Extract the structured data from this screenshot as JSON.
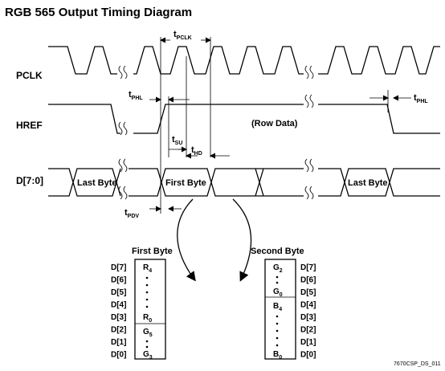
{
  "title": "RGB 565 Output Timing Diagram",
  "signals": {
    "pclk": "PCLK",
    "href": "HREF",
    "data": "D[7:0]"
  },
  "row_data": "(Row Data)",
  "bytes": {
    "last_left": "Last Byte",
    "first": "First Byte",
    "last_right": "Last Byte"
  },
  "timing": {
    "pclk": {
      "main": "t",
      "sub": "PCLK"
    },
    "phl_left": {
      "main": "t",
      "sub": "PHL"
    },
    "phl_right": {
      "main": "t",
      "sub": "PHL"
    },
    "su": {
      "main": "t",
      "sub": "SU"
    },
    "hd": {
      "main": "t",
      "sub": "HD"
    },
    "pdv": {
      "main": "t",
      "sub": "PDV"
    }
  },
  "first_byte": {
    "title": "First Byte",
    "bit_labels": [
      "D[7]",
      "D[6]",
      "D[5]",
      "D[4]",
      "D[3]",
      "D[2]",
      "D[1]",
      "D[0]"
    ],
    "top": {
      "main": "R",
      "sub": "4"
    },
    "r_low": {
      "main": "R",
      "sub": "0"
    },
    "g_high": {
      "main": "G",
      "sub": "5"
    },
    "g_low": {
      "main": "G",
      "sub": "3"
    }
  },
  "second_byte": {
    "title": "Second Byte",
    "bit_labels": [
      "D[7]",
      "D[6]",
      "D[5]",
      "D[4]",
      "D[3]",
      "D[2]",
      "D[1]",
      "D[0]"
    ],
    "top": {
      "main": "G",
      "sub": "2"
    },
    "g_low": {
      "main": "G",
      "sub": "0"
    },
    "b_high": {
      "main": "B",
      "sub": "4"
    },
    "b_low": {
      "main": "B",
      "sub": "0"
    }
  },
  "figure_code": "7670CSP_DS_011"
}
